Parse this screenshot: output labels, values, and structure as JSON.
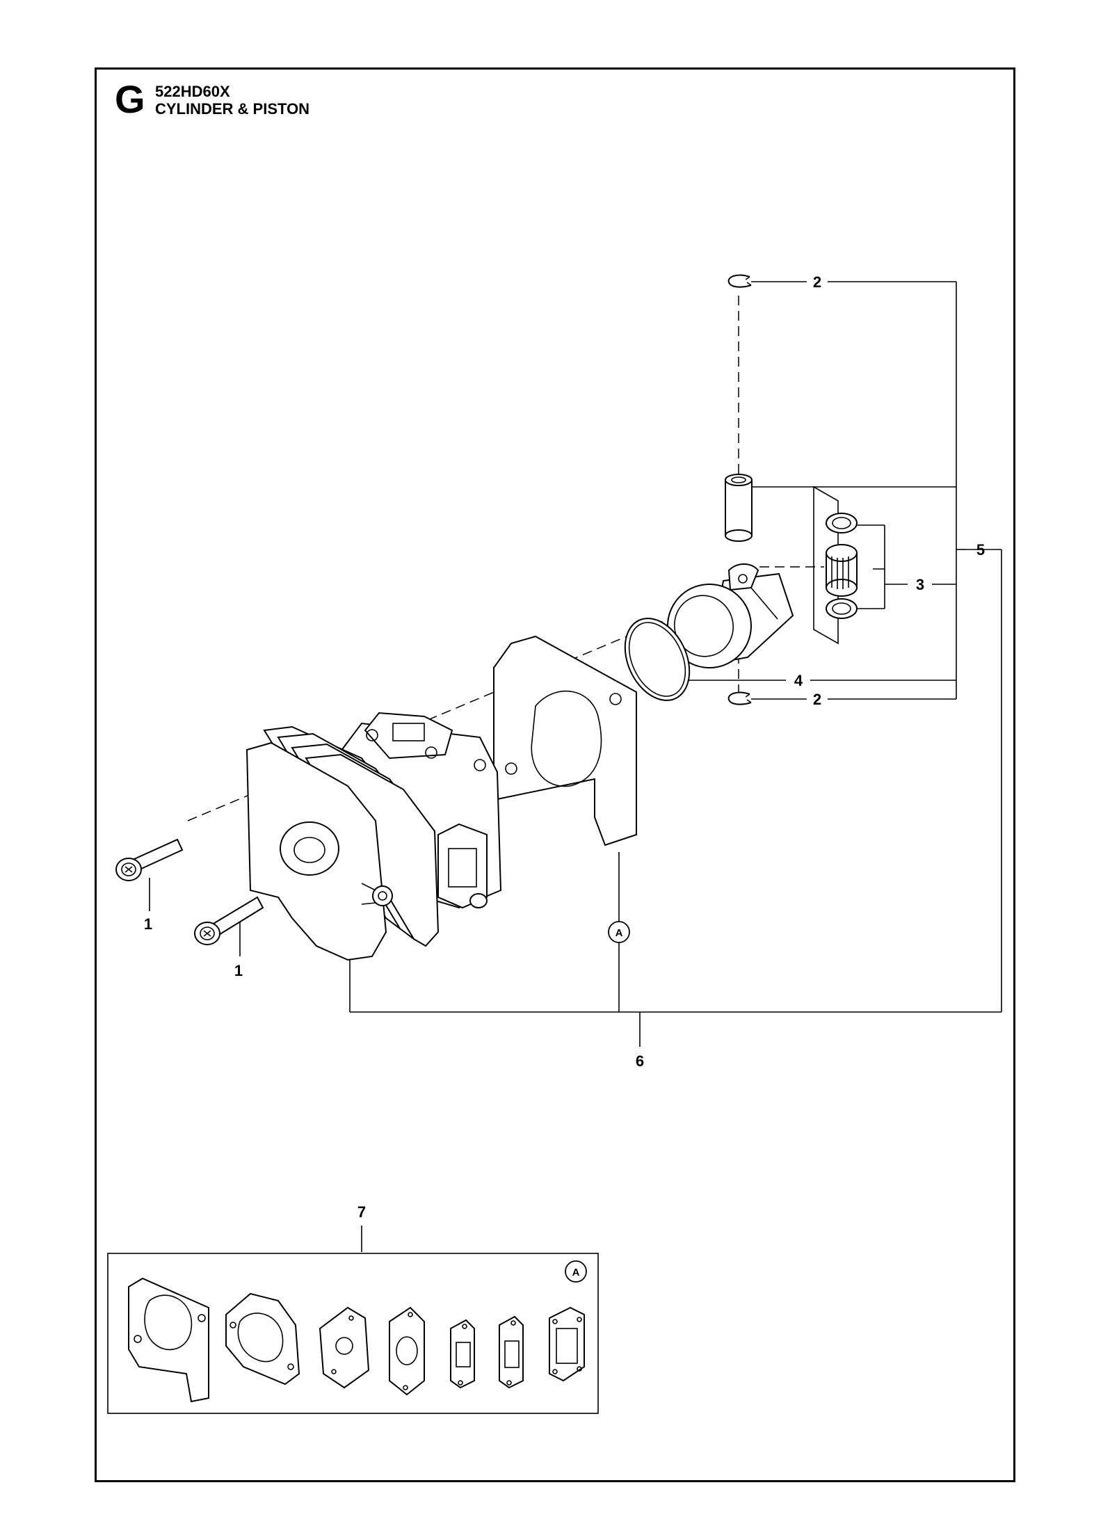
{
  "header": {
    "section_letter": "G",
    "model": "522HD60X",
    "title": "CYLINDER & PISTON"
  },
  "callouts": {
    "c2_top": "2",
    "c5": "5",
    "c3": "3",
    "c4": "4",
    "c2_bottom": "2",
    "c1_left": "1",
    "c1_right": "1",
    "c6": "6",
    "c7": "7"
  },
  "refs": {
    "main_ref": "A",
    "kit_ref": "A"
  },
  "colors": {
    "line": "#000000",
    "background": "#ffffff"
  }
}
